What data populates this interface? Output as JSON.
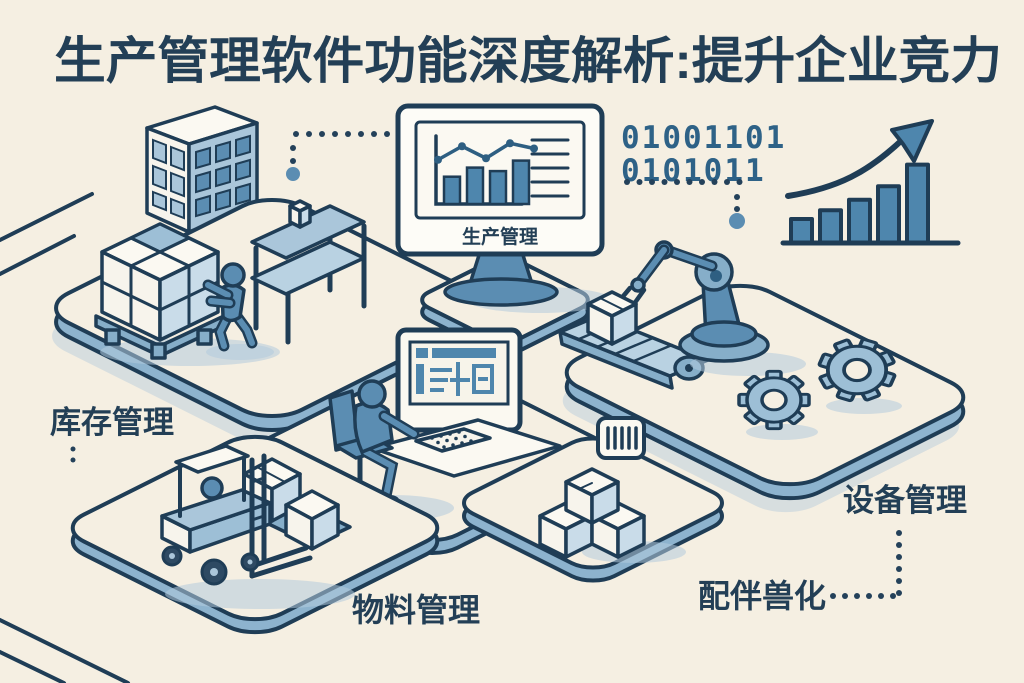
{
  "title": "生产管理软件功能深度解析:提升企业竞力",
  "monitor": {
    "label": "生产管理"
  },
  "binary": {
    "line1": "01001101",
    "line2": "0101011"
  },
  "labels": {
    "inventory": "库存管理",
    "material": "物料管理",
    "parts": "配伴兽化",
    "equipment": "设备管理"
  },
  "colors": {
    "background": "#f5efe2",
    "ink_outline": "#1f3d56",
    "accent_blue": "#4e86ad",
    "light_blue": "#a9c6da",
    "binary_blue": "#2e6287",
    "title_navy": "#233f56"
  },
  "chart_data": [
    {
      "type": "bar",
      "title": "生产管理 monitor mini-chart",
      "bar_values": [
        39,
        52,
        47,
        62
      ],
      "line_values": [
        59,
        77,
        61,
        81,
        74
      ],
      "ylim": [
        0,
        100
      ],
      "legend": false
    },
    {
      "type": "bar",
      "title": "growth trend icon",
      "values": [
        30,
        41,
        54,
        71,
        98
      ],
      "trend": "up",
      "ylim": [
        0,
        100
      ]
    }
  ]
}
